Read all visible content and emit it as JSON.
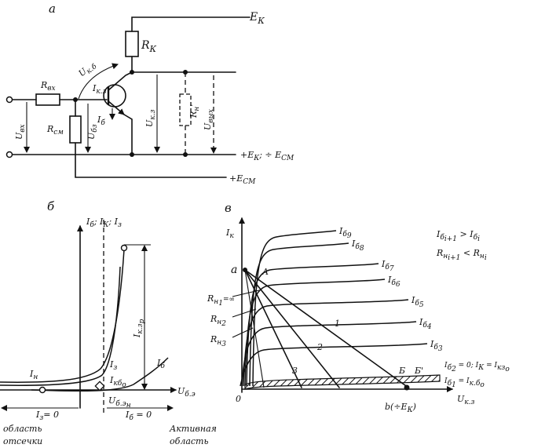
{
  "panel_a": {
    "letter": "а",
    "ek": "E",
    "ek_sub": "К",
    "rk": "R",
    "rk_sub": "К",
    "ukb": "U",
    "ukb_sub": "к.б",
    "rbx": "R",
    "rbx_sub": "вх",
    "ikz": "I",
    "ikz_sub": "к.з",
    "ib": "I",
    "ib_sub": "б",
    "ukz": "U",
    "ukz_sub": "к.з",
    "rn": "R",
    "rn_sub": "н",
    "rn_mark": "'",
    "uvyx": "U",
    "uvyx_sub": "вых",
    "ubx": "U",
    "ubx_sub": "вх",
    "rsm": "R",
    "rsm_sub": "см",
    "ubz": "U",
    "ubz_sub": "бз",
    "ek_esm": "+E",
    "ek_esm_sub": "К",
    "ek_esm_mid": "; ÷ E",
    "ek_esm_sub2": "СМ",
    "esm": "+E",
    "esm_sub": "СМ"
  },
  "panel_b": {
    "letter": "б",
    "axis_y": "I",
    "axis_y_parts": [
      "б",
      "; I",
      "К",
      "; I",
      "з"
    ],
    "ikzp": "I",
    "ikzp_sub": "к.з",
    "ikzp_sub2": "р",
    "in": "I",
    "in_sub": "н",
    "iz": "I",
    "iz_sub": "з",
    "ib": "I",
    "ib_sub": "б",
    "ikbo": "I",
    "ikbo_sub": "кб",
    "ikbo_sub2": "о",
    "ubz": "U",
    "ubz_sub": "б.э",
    "ukzn": "U",
    "ukzn_sub": "б.э",
    "ukzn_sub2": "н",
    "iz0": "I",
    "iz0_sub": "з",
    "iz0_eq": "= 0",
    "ib0": "I",
    "ib0_sub": "б",
    "ib0_eq": " = 0",
    "region_cutoff_1": "область",
    "region_cutoff_2": "отсечки",
    "region_active_1": "Активная",
    "region_active_2": "область"
  },
  "panel_v": {
    "letter": "в",
    "axis_y": "I",
    "axis_y_sub": "к",
    "point_a": "a",
    "point_A": "A",
    "curves": [
      {
        "label": "I",
        "sub": "б",
        "idx": "9"
      },
      {
        "label": "I",
        "sub": "б",
        "idx": "8"
      },
      {
        "label": "I",
        "sub": "б",
        "idx": "7"
      },
      {
        "label": "I",
        "sub": "б",
        "idx": "6"
      },
      {
        "label": "I",
        "sub": "б",
        "idx": "5"
      },
      {
        "label": "I",
        "sub": "б",
        "idx": "4"
      },
      {
        "label": "I",
        "sub": "б",
        "idx": "3"
      }
    ],
    "rel1_a": "I",
    "rel1_a_sub": "б",
    "rel1_a_idx": "i+1",
    "rel1_op": " > I",
    "rel1_b_sub": "б",
    "rel1_b_idx": "i",
    "rel2_a": "R",
    "rel2_a_sub": "н",
    "rel2_a_idx": "i+1",
    "rel2_op": " < R",
    "rel2_b_sub": "н",
    "rel2_b_idx": "i",
    "rn1": "R",
    "rn1_sub": "н",
    "rn1_idx": "1",
    "rn1_extra": "=∞",
    "rn2": "R",
    "rn2_sub": "н",
    "rn2_idx": "2",
    "rn3": "R",
    "rn3_sub": "н",
    "rn3_idx": "3",
    "line1": "1",
    "line2": "2",
    "line3": "3",
    "pt_B": "Б",
    "pt_B2": "Б'",
    "note1": "I",
    "note1_sub": "б",
    "note1_idx": "2",
    "note1_rest": " = 0; I",
    "note1_sub2": "К",
    "note1_rest2": " = I",
    "note1_sub3": "кз",
    "note1_sub3b": "о",
    "note2": "I",
    "note2_sub": "б",
    "note2_idx": "1",
    "note2_rest": " = I",
    "note2_sub2": "к.б",
    "note2_sub2b": "о",
    "origin": "0",
    "pt_b": "b",
    "pt_b_rest": "(÷E",
    "pt_b_sub": "К",
    "pt_b_close": ")",
    "axis_x": "U",
    "axis_x_sub": "к.з"
  }
}
